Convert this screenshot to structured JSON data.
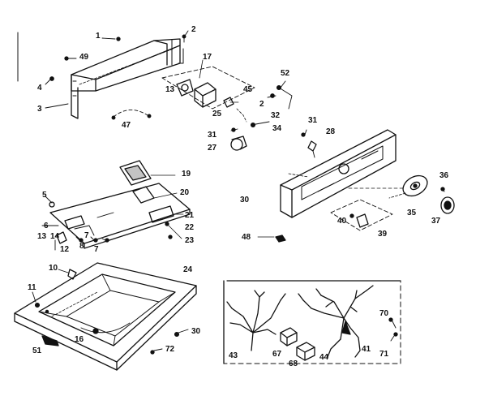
{
  "diagram": {
    "labels": {
      "p1": "1",
      "p2a": "2",
      "p49": "49",
      "p4": "4",
      "p3": "3",
      "p47": "47",
      "p17": "17",
      "p13": "13",
      "p52": "52",
      "p45": "45",
      "p2b": "2",
      "p32": "32",
      "p25": "25",
      "p31a": "31",
      "p34": "34",
      "p27": "27",
      "p31b": "31",
      "p28": "28",
      "p19": "19",
      "p20": "20",
      "p21": "21",
      "p22": "22",
      "p23": "23",
      "p5": "5",
      "p6": "6",
      "p13b": "13",
      "p14": "14",
      "p12": "12",
      "p7a": "7",
      "p8": "8",
      "p7b": "7",
      "p30a": "30",
      "p36": "36",
      "p35": "35",
      "p37": "37",
      "p40": "40",
      "p39": "39",
      "p48": "48",
      "p10": "10",
      "p24": "24",
      "p11": "11",
      "p16": "16",
      "p51": "51",
      "p72": "72",
      "p30b": "30",
      "p70": "70",
      "p43": "43",
      "p67": "67",
      "p68": "68",
      "p44": "44",
      "p41": "41",
      "p71": "71"
    }
  }
}
